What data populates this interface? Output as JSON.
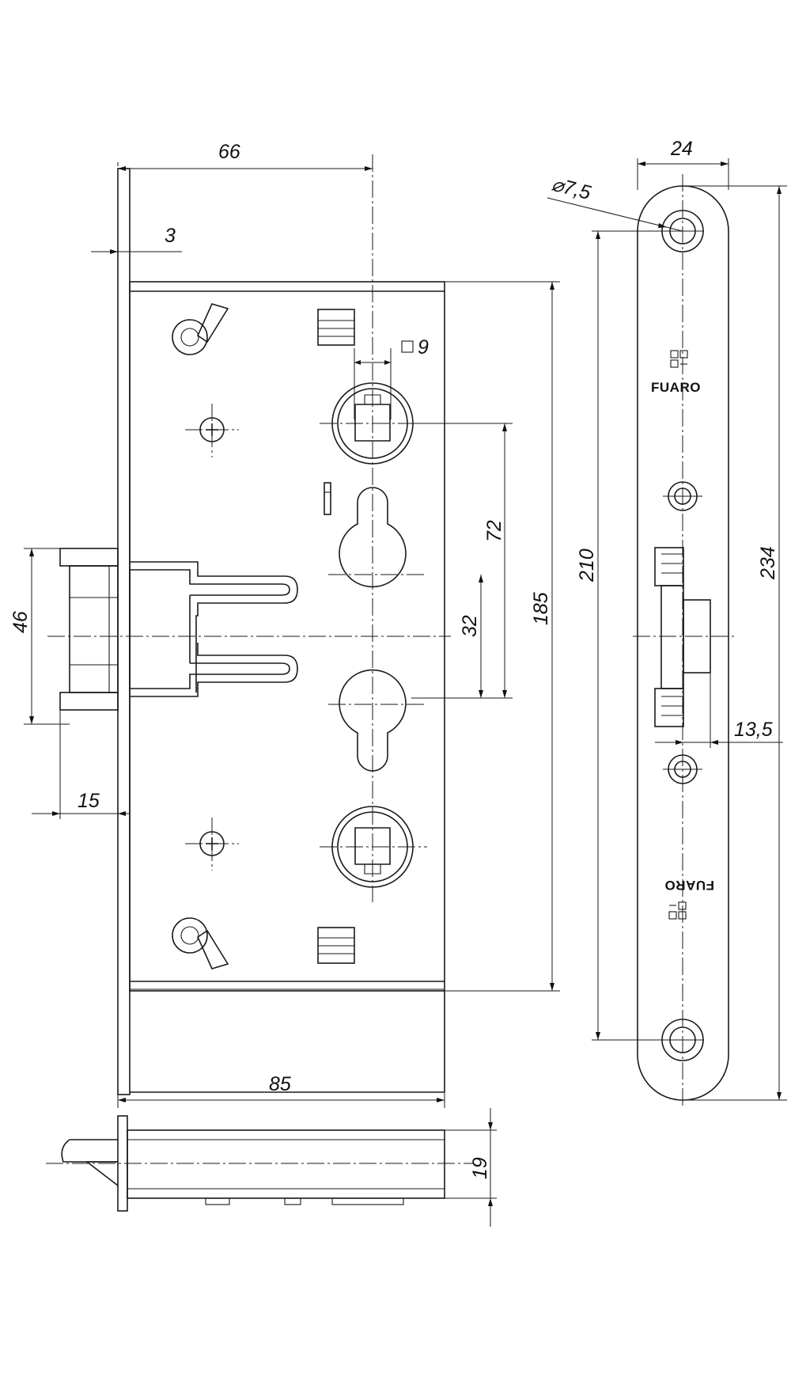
{
  "dimensions": {
    "d66": "66",
    "d3": "3",
    "d9": "9",
    "d72": "72",
    "d185": "185",
    "d32": "32",
    "d46": "46",
    "d15": "15",
    "d85": "85",
    "d19": "19",
    "d24": "24",
    "d7_5": "7,5",
    "d210": "210",
    "d234": "234",
    "d13_5": "13,5"
  },
  "symbols": {
    "square": "□",
    "diameter": "⌀"
  },
  "brand": {
    "upper": "FUARO",
    "lower": "FUARO"
  }
}
